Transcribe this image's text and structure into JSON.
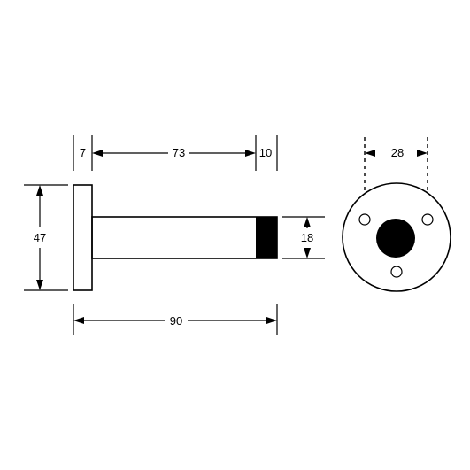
{
  "dimensions": {
    "flange_thickness": "7",
    "body_length": "73",
    "buffer_length": "10",
    "overall_length": "90",
    "flange_height": "47",
    "body_diameter": "18",
    "screw_spacing": "28"
  }
}
